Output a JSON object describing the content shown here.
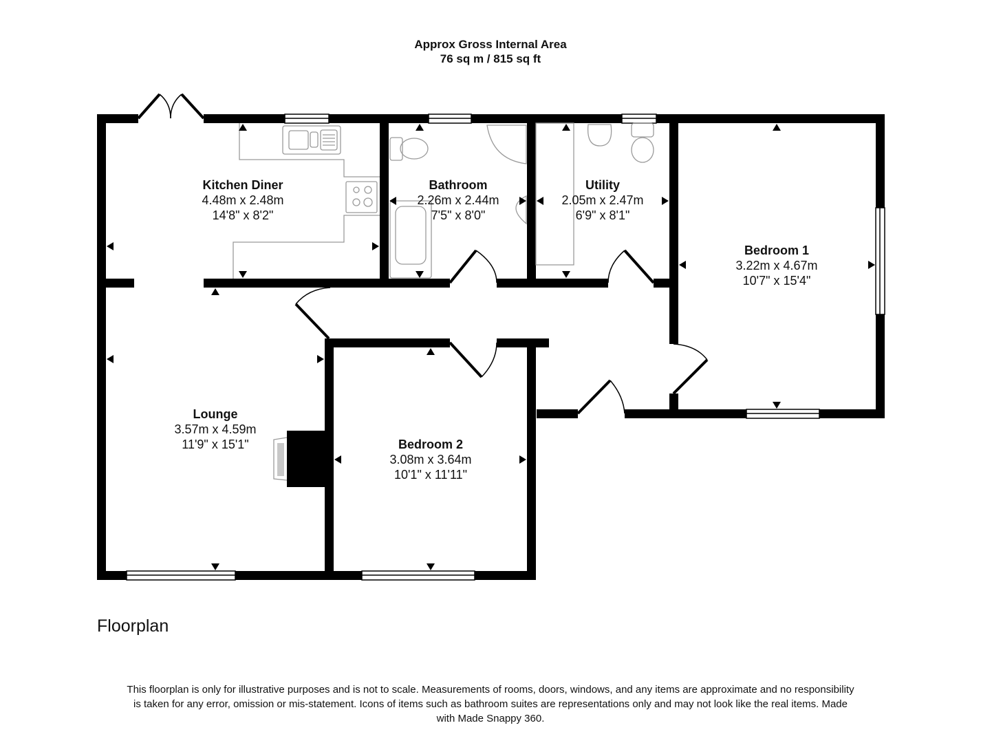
{
  "header": {
    "title": "Approx Gross Internal Area",
    "area": "76 sq m / 815 sq ft"
  },
  "rooms": [
    {
      "name": "Kitchen Diner",
      "metric": "4.48m x 2.48m",
      "imperial": "14'8\" x 8'2\""
    },
    {
      "name": "Bathroom",
      "metric": "2.26m x 2.44m",
      "imperial": "7'5\" x 8'0\""
    },
    {
      "name": "Utility",
      "metric": "2.05m x 2.47m",
      "imperial": "6'9\" x 8'1\""
    },
    {
      "name": "Bedroom 1",
      "metric": "3.22m x 4.67m",
      "imperial": "10'7\" x 15'4\""
    },
    {
      "name": "Lounge",
      "metric": "3.57m x 4.59m",
      "imperial": "11'9\" x 15'1\""
    },
    {
      "name": "Bedroom 2",
      "metric": "3.08m x 3.64m",
      "imperial": "10'1\" x 11'11\""
    }
  ],
  "plan_title": "Floorplan",
  "disclaimer": "This floorplan is only for illustrative purposes and is not to scale. Measurements of rooms, doors, windows, and any items are approximate and no responsibility is taken for any error, omission or mis-statement. Icons of items such as bathroom suites are representations only and may not look like the real items. Made with Made Snappy 360.",
  "colors": {
    "wall": "#000000",
    "fixture_line": "#9a9a9a",
    "background": "#ffffff"
  }
}
